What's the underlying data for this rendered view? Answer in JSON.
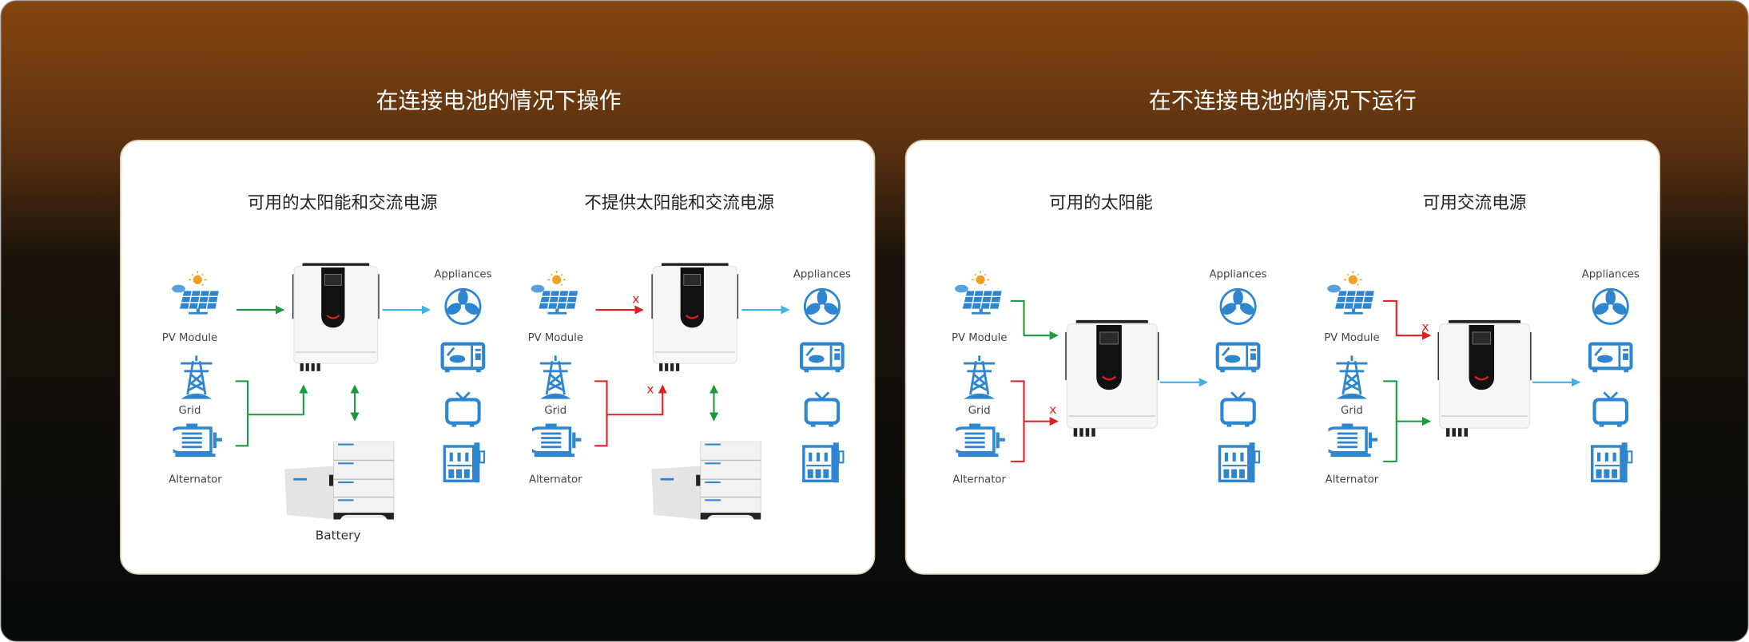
{
  "titles": {
    "left": "在连接电池的情况下操作",
    "right": "在不连接电池的情况下运行"
  },
  "diagrams": [
    {
      "subtitle": "可用的太阳能和交流电源",
      "pv": "PV Module",
      "grid": "Grid",
      "alternator": "Alternator",
      "appliances": "Appliances",
      "battery": "Battery"
    },
    {
      "subtitle": "不提供太阳能和交流电源",
      "pv": "PV Module",
      "grid": "Grid",
      "alternator": "Alternator",
      "appliances": "Appliances",
      "blocked_pv": "x",
      "blocked_ac": "x"
    },
    {
      "subtitle": "可用的太阳能",
      "pv": "PV Module",
      "grid": "Grid",
      "alternator": "Alternator",
      "appliances": "Appliances",
      "blocked_ac": "x"
    },
    {
      "subtitle": "可用交流电源",
      "pv": "PV Module",
      "grid": "Grid",
      "alternator": "Alternator",
      "appliances": "Appliances",
      "blocked_pv": "x"
    }
  ],
  "colors": {
    "flow_ok": "#1a9a3c",
    "flow_blocked": "#e02020",
    "output": "#3db4e8",
    "icon": "#2f86d0",
    "bg_top": "#86460f",
    "bg_bottom": "#050a0a"
  }
}
